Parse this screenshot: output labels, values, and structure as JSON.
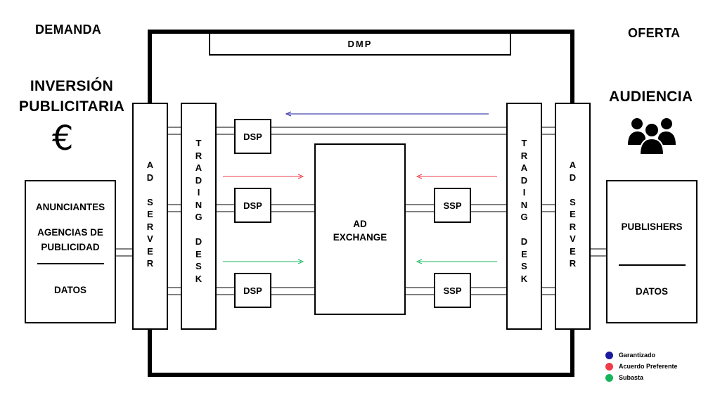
{
  "headings": {
    "demand": "DEMANDA",
    "offer": "OFERTA",
    "investment_line1": "INVERSIÓN",
    "investment_line2": "PUBLICITARIA",
    "audience": "AUDIENCIA"
  },
  "icons": {
    "currency": "euro-sign-icon",
    "audience": "people-group-icon"
  },
  "currency_symbol": "€",
  "dmp": "DMP",
  "left_box": {
    "advertisers": "ANUNCIANTES",
    "agencies_line1": "AGENCIAS DE",
    "agencies_line2": "PUBLICIDAD",
    "data": "DATOS"
  },
  "right_box": {
    "publishers": "PUBLISHERS",
    "data": "DATOS"
  },
  "ad_server_letters": [
    "A",
    "D",
    "",
    "S",
    "E",
    "R",
    "V",
    "E",
    "R"
  ],
  "trading_desk_letters": [
    "T",
    "R",
    "A",
    "D",
    "I",
    "N",
    "G",
    "",
    "D",
    "E",
    "S",
    "K"
  ],
  "dsp_label": "DSP",
  "ssp_label": "SSP",
  "ad_exchange_line1": "AD",
  "ad_exchange_line2": "EXCHANGE",
  "legend": [
    {
      "label": "Garantizado",
      "color": "#1a1a9c"
    },
    {
      "label": "Acuerdo Preferente",
      "color": "#ef3b4a"
    },
    {
      "label": "Subasta",
      "color": "#17b45d"
    }
  ]
}
